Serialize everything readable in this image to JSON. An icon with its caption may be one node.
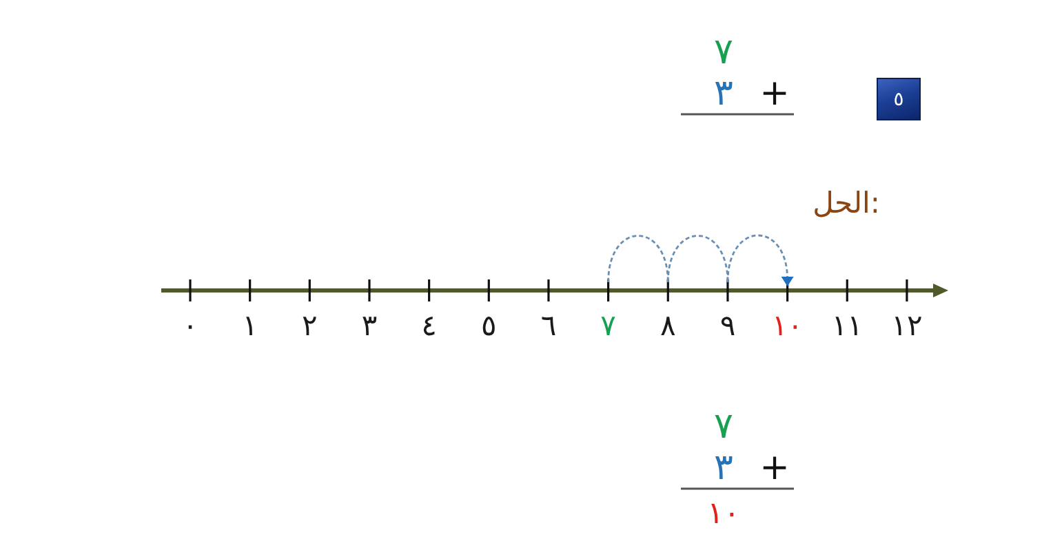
{
  "diagram": {
    "labels": [
      "٧",
      "٣",
      "+",
      "٥",
      "الحل:",
      "٠",
      "١",
      "٢",
      "٣",
      "٤",
      "٥",
      "٦",
      "٧",
      "٨",
      "٩",
      "١٠",
      "١١",
      "١٢",
      "٧",
      "٣",
      "+",
      "١٠"
    ]
  }
}
